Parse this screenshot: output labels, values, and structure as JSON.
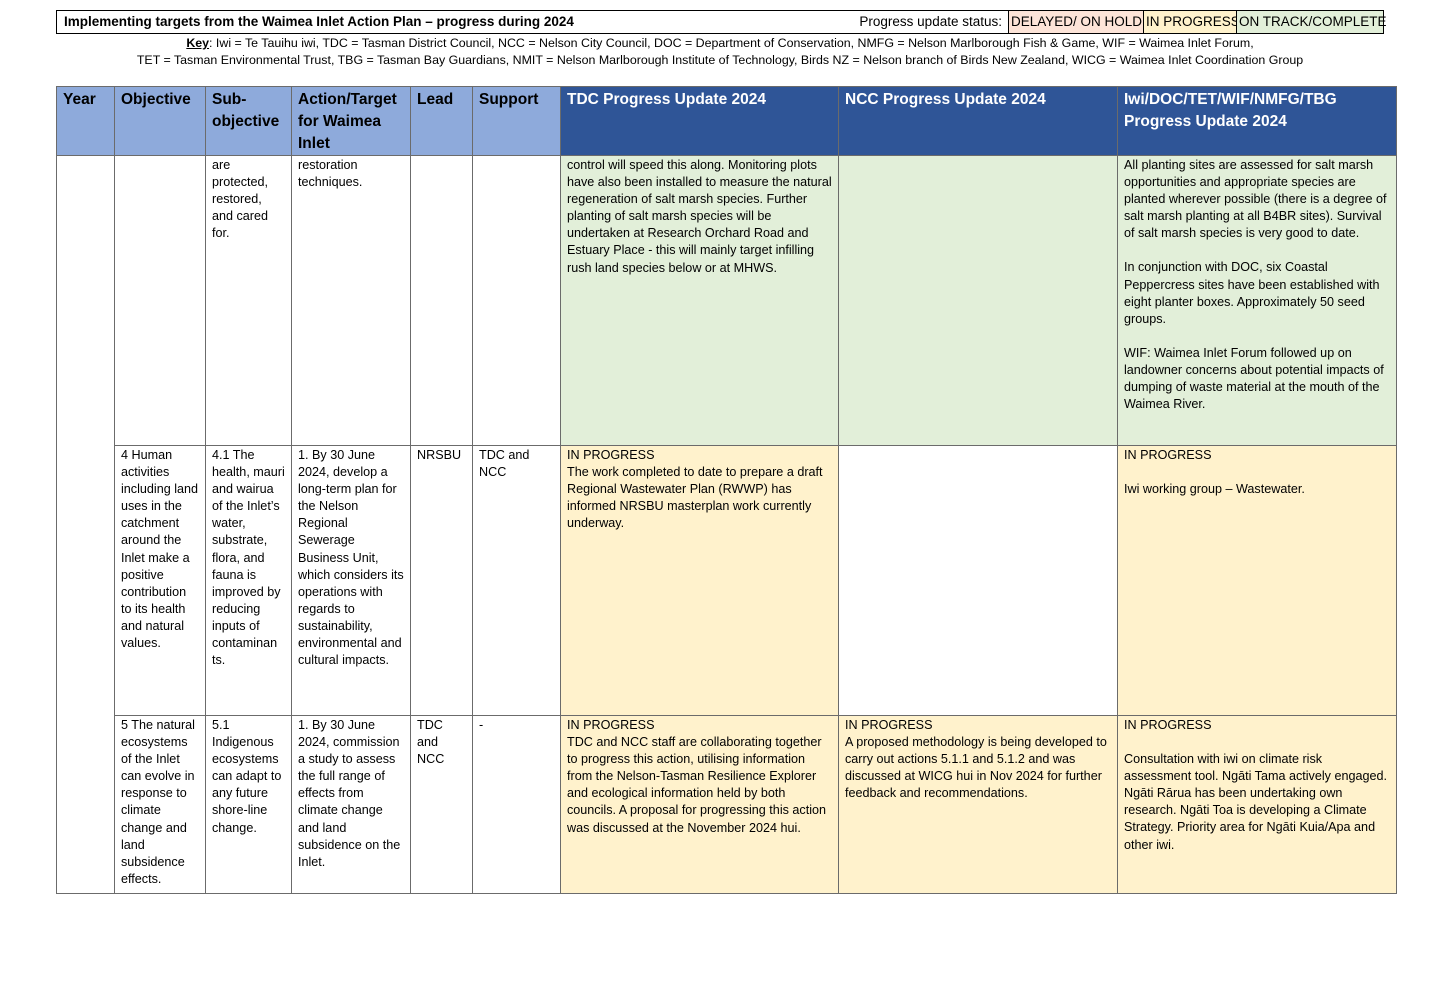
{
  "header": {
    "title": "Implementing targets from the Waimea Inlet Action Plan – progress during 2024",
    "status_label": "Progress update status:",
    "status": {
      "delayed": "DELAYED/ ON HOLD",
      "in_progress": "IN PROGRESS",
      "on_track": "ON TRACK/COMPLETE"
    },
    "status_colors": {
      "delayed": "#fde4d8",
      "in_progress": "#fff2cc",
      "on_track": "#e2efd9"
    }
  },
  "key": {
    "label": "Key",
    "line1": ": Iwi = Te Tauihu iwi, TDC = Tasman District Council, NCC = Nelson City Council, DOC = Department of Conservation, NMFG = Nelson Marlborough Fish & Game, WIF = Waimea Inlet Forum,",
    "line2": "TET = Tasman Environmental Trust, TBG = Tasman Bay Guardians, NMIT = Nelson Marlborough Institute of Technology, Birds NZ = Nelson branch of Birds New Zealand, WICG = Waimea Inlet Coordination Group"
  },
  "columns": {
    "year": "Year",
    "objective": "Objective",
    "subobjective": "Sub-objective",
    "action": "Action/Target for Waimea Inlet",
    "lead": "Lead",
    "support": "Support",
    "tdc": "TDC Progress Update 2024",
    "ncc": "NCC Progress Update 2024",
    "iwi": "Iwi/DOC/TET/WIF/NMFG/TBG Progress Update 2024"
  },
  "rows": [
    {
      "objective": "",
      "subobjective": "are protected, restored, and cared for.",
      "action": "restoration techniques.",
      "lead": "",
      "support": "",
      "tdc": "control will speed this along. Monitoring plots have also been installed to measure the natural regeneration of salt marsh species. Further planting of salt marsh species will be undertaken at Research Orchard Road and Estuary Place - this will mainly target infilling rush land species below or at MHWS.",
      "ncc": "",
      "iwi_p1": "All planting sites are assessed for salt marsh opportunities and appropriate species are planted wherever possible (there is a degree of salt marsh planting at all B4BR sites). Survival of salt marsh species is very good to date.",
      "iwi_p2": "In conjunction with DOC, six Coastal Peppercress sites have been established with eight planter boxes. Approximately 50 seed groups.",
      "iwi_p3": "WIF: Waimea Inlet Forum followed up on landowner concerns about potential impacts of dumping of waste material at the mouth of the Waimea River."
    },
    {
      "objective": "4  Human activities including land uses in the catchment around the Inlet make a positive contribution to its health and natural values.",
      "subobjective": "4.1 The health, mauri and wairua of the Inlet’s water, substrate, flora, and fauna is improved by reducing inputs of contaminan ts.",
      "action": "1. By 30 June 2024, develop a long-term plan for the Nelson Regional Sewerage Business Unit, which considers its operations with regards to sustainability, environmental and cultural impacts.",
      "lead": "NRSBU",
      "support": "TDC and NCC",
      "tdc_status": "IN PROGRESS",
      "tdc": "The work completed to date to prepare a draft Regional Wastewater Plan (RWWP) has informed NRSBU masterplan work currently underway.",
      "ncc": "",
      "iwi_status": "IN PROGRESS",
      "iwi": "Iwi working group – Wastewater."
    },
    {
      "objective": "5 The natural ecosystems of the Inlet can evolve in response to climate change and land subsidence effects.",
      "subobjective": "5.1 Indigenous ecosystems can adapt to any future shore-line change.",
      "action": "1. By 30 June 2024, commission a study to assess the full range of effects from climate change and land subsidence on the Inlet.",
      "lead": "TDC and NCC",
      "support": "-",
      "tdc_status": "IN PROGRESS",
      "tdc": "TDC and NCC staff are collaborating together to progress this action, utilising information from the Nelson-Tasman Resilience Explorer and ecological information held by both councils. A proposal for progressing this action was discussed at the November 2024 hui.",
      "ncc_status": "IN PROGRESS",
      "ncc": "A proposed methodology is being developed to carry out actions 5.1.1 and 5.1.2 and was discussed at WICG hui in Nov 2024 for further feedback and recommendations.",
      "iwi_status": "IN PROGRESS",
      "iwi": "Consultation with iwi on climate risk assessment tool. Ngāti Tama actively engaged. Ngāti Rārua has been undertaking own research. Ngāti Toa is developing a Climate Strategy. Priority area for Ngāti Kuia/Apa and other iwi."
    }
  ]
}
